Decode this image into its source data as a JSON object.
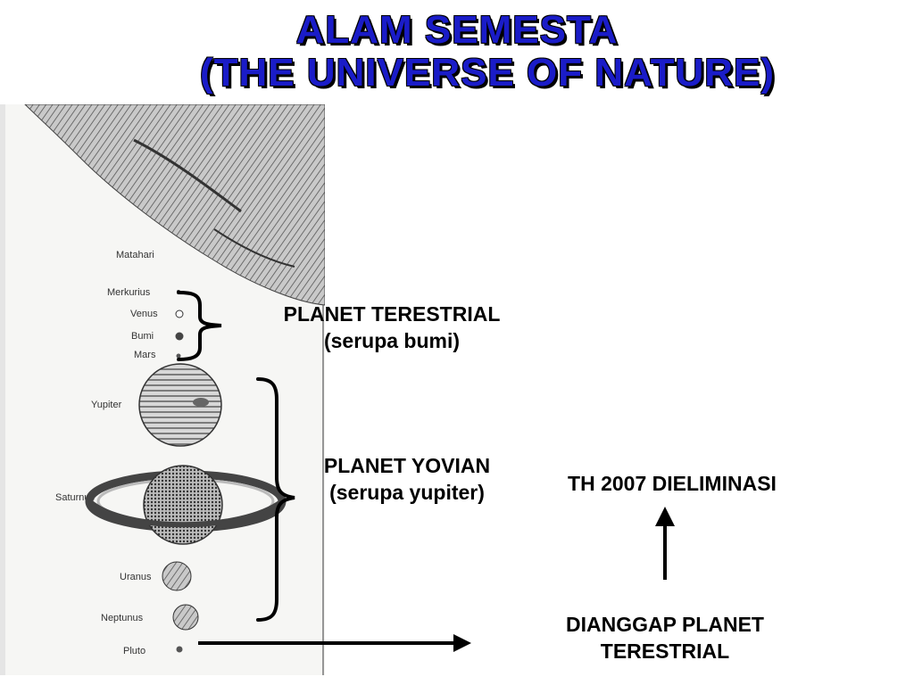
{
  "title": {
    "line1": "ALAM SEMESTA",
    "line2": "(THE UNIVERSE OF NATURE)"
  },
  "solar_labels": {
    "sun": "Matahari",
    "mercury": "Merkurius",
    "venus": "Venus",
    "earth": "Bumi",
    "mars": "Mars",
    "jupiter": "Yupiter",
    "saturn": "Saturnus",
    "uranus": "Uranus",
    "neptune": "Neptunus",
    "pluto": "Pluto"
  },
  "groups": {
    "terrestrial": {
      "line1": "PLANET TERESTRIAL",
      "line2": "(serupa bumi)"
    },
    "jovian": {
      "line1": "PLANET YOVIAN",
      "line2": "(serupa yupiter)"
    }
  },
  "pluto_note": {
    "status_line1": "DIANGGAP PLANET",
    "status_line2": "TERESTRIAL",
    "eliminated": "TH 2007 DIELIMINASI"
  },
  "colors": {
    "title": "#1a1cc8",
    "text": "#000000"
  }
}
